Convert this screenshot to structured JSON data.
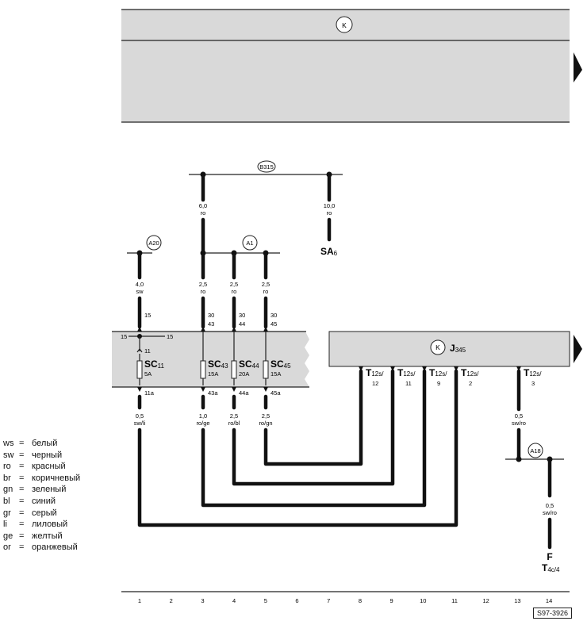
{
  "top_panel_symbol": "K",
  "connectors": {
    "b315": "B315",
    "a20": "A20",
    "a1": "A1",
    "a18": "A18"
  },
  "wires": {
    "w3_top": {
      "size": "6,0",
      "color": "ro"
    },
    "w7_top": {
      "size": "10,0",
      "color": "ro"
    },
    "w1": {
      "size": "4,0",
      "color": "sw"
    },
    "w3": {
      "size": "2,5",
      "color": "ro"
    },
    "w4": {
      "size": "2,5",
      "color": "ro"
    },
    "w5": {
      "size": "2,5",
      "color": "ro"
    },
    "w1_low": {
      "size": "0,5",
      "color": "sw/li"
    },
    "w3_low": {
      "size": "1,0",
      "color": "ro/ge"
    },
    "w4_low": {
      "size": "2,5",
      "color": "ro/bl"
    },
    "w5_low": {
      "size": "2,5",
      "color": "ro/gn"
    },
    "w13_low": {
      "size": "0,5",
      "color": "sw/ro"
    },
    "w14_low": {
      "size": "0,5",
      "color": "sw/ro"
    }
  },
  "sa6": {
    "main": "SA",
    "sub": "6"
  },
  "pins_top": {
    "p1": "15",
    "p3a": "30",
    "p3b": "43",
    "p4a": "30",
    "p4b": "44",
    "p5a": "30",
    "p5b": "45"
  },
  "bus15": {
    "left": "15",
    "right": "15"
  },
  "pin11": "11",
  "fuses": [
    {
      "main": "SC",
      "num": "11",
      "amp": "5A"
    },
    {
      "main": "SC",
      "num": "43",
      "amp": "15A"
    },
    {
      "main": "SC",
      "num": "44",
      "amp": "20A"
    },
    {
      "main": "SC",
      "num": "45",
      "amp": "15A"
    }
  ],
  "pins_bottom": {
    "p1": "11a",
    "p3": "43a",
    "p4": "44a",
    "p5": "45a"
  },
  "j345": {
    "symbol": "K",
    "main": "J",
    "sub": "345"
  },
  "t12": [
    {
      "main": "T",
      "sub": "12s/",
      "pin": "12"
    },
    {
      "main": "T",
      "sub": "12s/",
      "pin": "11"
    },
    {
      "main": "T",
      "sub": "12s/",
      "pin": "9"
    },
    {
      "main": "T",
      "sub": "12s/",
      "pin": "2"
    },
    {
      "main": "T",
      "sub": "12s/",
      "pin": "3"
    }
  ],
  "f": {
    "main": "F",
    "t_main": "T",
    "t_sub": "4c/4"
  },
  "columns": [
    "1",
    "2",
    "3",
    "4",
    "5",
    "6",
    "7",
    "8",
    "9",
    "10",
    "11",
    "12",
    "13",
    "14"
  ],
  "ref": "S97-3926",
  "legend": [
    {
      "code": "ws",
      "eq": "=",
      "name": "белый"
    },
    {
      "code": "sw",
      "eq": "=",
      "name": "черный"
    },
    {
      "code": "ro",
      "eq": "=",
      "name": "красный"
    },
    {
      "code": "br",
      "eq": "=",
      "name": "коричневый"
    },
    {
      "code": "gn",
      "eq": "=",
      "name": "зеленый"
    },
    {
      "code": "bl",
      "eq": "=",
      "name": "синий"
    },
    {
      "code": "gr",
      "eq": "=",
      "name": "серый"
    },
    {
      "code": "li",
      "eq": "=",
      "name": "лиловый"
    },
    {
      "code": "ge",
      "eq": "=",
      "name": "желтый"
    },
    {
      "code": "or",
      "eq": "=",
      "name": "оранжевый"
    }
  ]
}
